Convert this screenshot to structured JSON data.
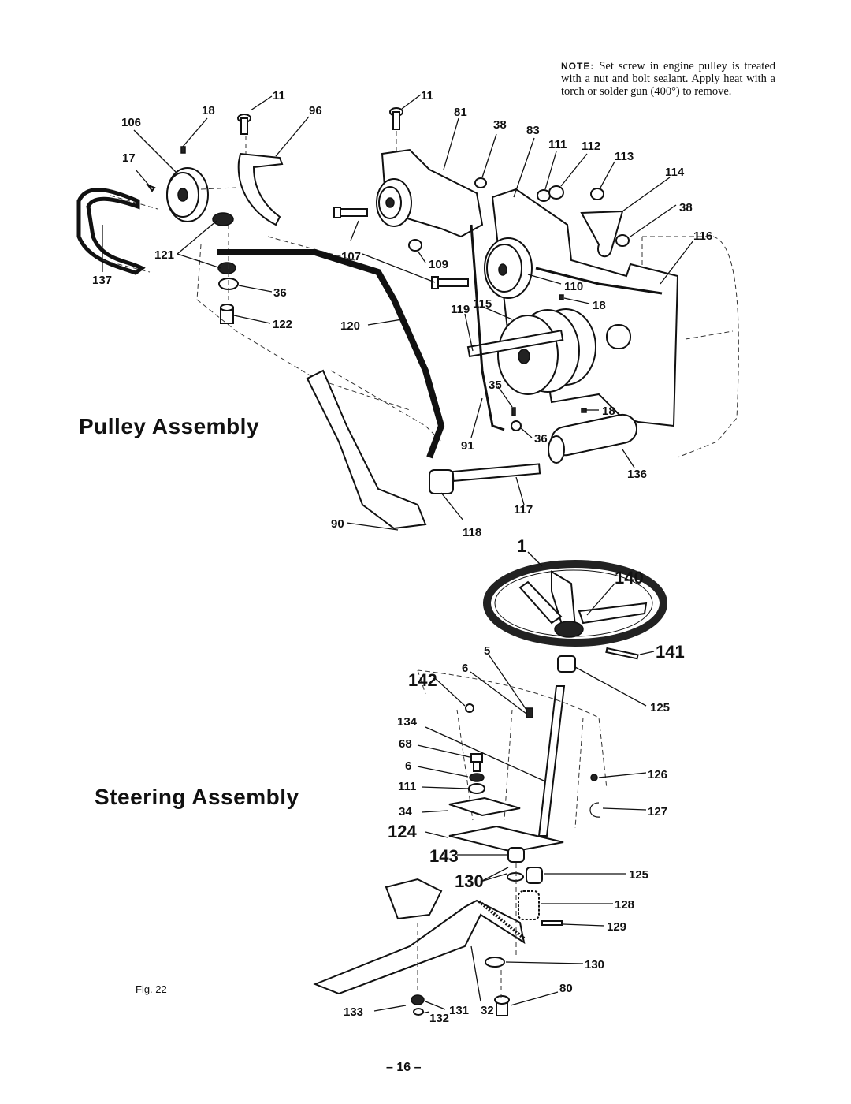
{
  "note": {
    "label": "NOTE:",
    "text": "Set screw in engine pulley is treated with a nut and bolt sealant. Apply heat with a torch or solder gun (400°) to remove."
  },
  "titles": {
    "pulley_assembly": "Pulley Assembly",
    "steering_assembly": "Steering Assembly"
  },
  "figure_label": "Fig. 22",
  "page_number": "– 16 –",
  "callouts": {
    "c106": "106",
    "c18a": "18",
    "c11a": "11",
    "c96": "96",
    "c11b": "11",
    "c81": "81",
    "c38a": "38",
    "c83": "83",
    "c111a": "111",
    "c112": "112",
    "c113": "113",
    "c114": "114",
    "c38b": "38",
    "c116": "116",
    "c17": "17",
    "c121": "121",
    "c137": "137",
    "c36a": "36",
    "c122": "122",
    "c107": "107",
    "c109": "109",
    "c110": "110",
    "c18b": "18",
    "c119": "119",
    "c115": "115",
    "c120": "120",
    "c35": "35",
    "c18c": "18",
    "c91": "91",
    "c36b": "36",
    "c136": "136",
    "c117": "117",
    "c118": "118",
    "c90": "90",
    "c1": "1",
    "c140": "140",
    "c5": "5",
    "c6a": "6",
    "c141": "141",
    "c142": "142",
    "c125a": "125",
    "c134": "134",
    "c68": "68",
    "c6b": "6",
    "c111b": "111",
    "c126": "126",
    "c34": "34",
    "c127": "127",
    "c124": "124",
    "c143": "143",
    "c130a": "130",
    "c125b": "125",
    "c128": "128",
    "c129": "129",
    "c130b": "130",
    "c80": "80",
    "c131": "131",
    "c32": "32",
    "c133": "133",
    "c132": "132"
  }
}
